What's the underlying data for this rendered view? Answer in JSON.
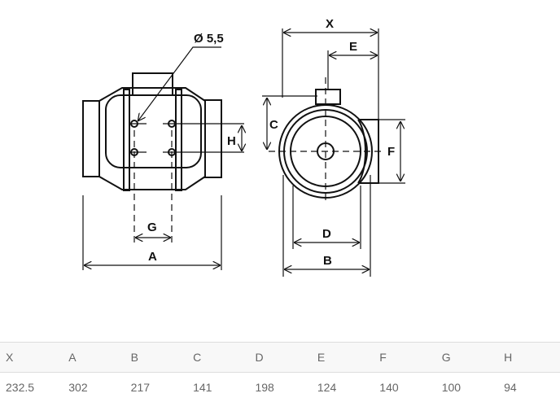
{
  "diagram": {
    "hole_label": "Ø 5,5",
    "labels": {
      "X": "X",
      "E": "E",
      "C": "C",
      "F": "F",
      "D": "D",
      "B": "B",
      "A": "A",
      "G": "G",
      "H": "H"
    }
  },
  "table": {
    "headers": [
      "X",
      "A",
      "B",
      "C",
      "D",
      "E",
      "F",
      "G",
      "H"
    ],
    "values": [
      "232.5",
      "302",
      "217",
      "141",
      "198",
      "124",
      "140",
      "100",
      "94"
    ]
  }
}
